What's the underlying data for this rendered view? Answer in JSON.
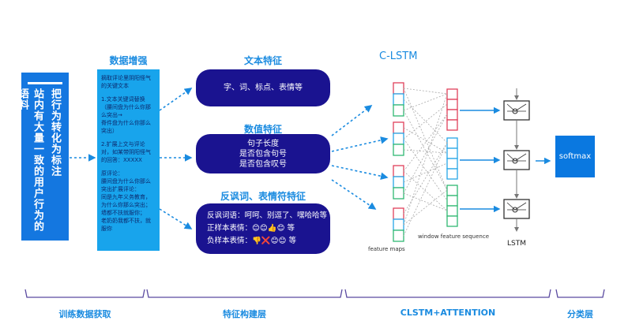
{
  "left": {
    "col1": "站内有大量一致的用户行为的语料",
    "col2": "把行为转化为标注"
  },
  "augment": {
    "title": "数据增强",
    "paragraphs": [
      "摘取评论里阴阳怪气的关键文本",
      "1.文本关键词替换\n（腰间盘为什么你那么突出→\n脊件盘为什么你那么突出）",
      "2.扩展上文与评论对，如某带阴阳怪气的回答：XXXXX",
      "原评论：\n腰间盘为什么你那么突出扩展评论：\n同是九年义务教育，为什么你那么突出；\n墙都不扶就服你；\n老奶奶我都不扶，就服你"
    ]
  },
  "features": {
    "text": {
      "title": "文本特征",
      "body": "字、词、标点、表情等"
    },
    "numeric": {
      "title": "数值特征",
      "lines": [
        "句子长度",
        "是否包含句号",
        "是否包含叹号"
      ]
    },
    "irony": {
      "title": "反讽词、表情符特征",
      "lines": [
        "反讽词语：呵呵、别逗了、嘿哈哈等",
        "正样本表情：😊😊👍😊  等",
        "负样本表情：👎❌😊😊  等"
      ]
    }
  },
  "clstm": {
    "title": "C-LSTM",
    "feature_maps": "feature maps",
    "window": "window feature sequence",
    "lstm": "LSTM",
    "softmax": "softmax"
  },
  "colors": {
    "red": "#e0405a",
    "blue": "#27a6e6",
    "green": "#2fb872",
    "arrow": "#1a8be0",
    "navy": "#1a1390"
  },
  "stages": [
    "训练数据获取",
    "特征构建层",
    "CLSTM+ATTENTION",
    "分类层"
  ]
}
